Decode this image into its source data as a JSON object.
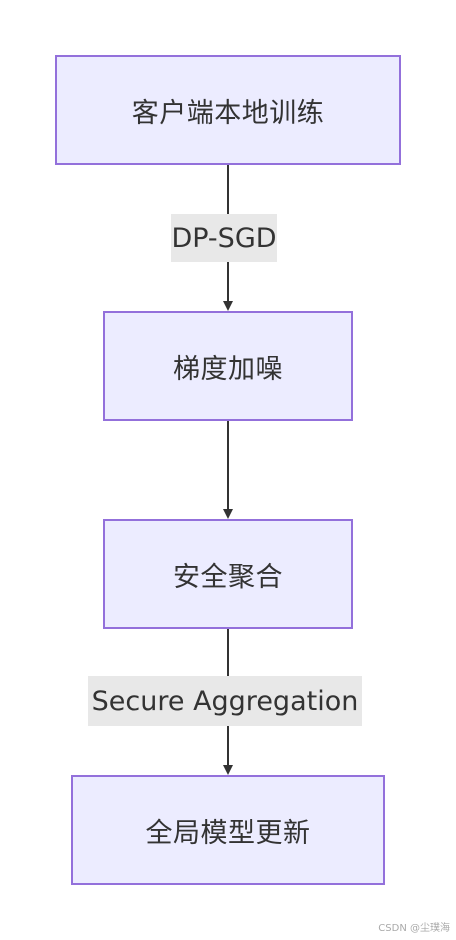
{
  "nodes": {
    "local_training": "客户端本地训练",
    "gradient_noise": "梯度加噪",
    "secure_aggregation": "安全聚合",
    "global_model_update": "全局模型更新"
  },
  "edge_labels": {
    "dp_sgd": "DP-SGD",
    "secure_aggregation": "Secure Aggregation"
  },
  "watermark": "CSDN @尘璞海",
  "colors": {
    "node_fill": "#ececff",
    "node_border": "#9370db",
    "edge_label_bg": "#e8e8e8",
    "text": "#333333",
    "line": "#333333"
  }
}
